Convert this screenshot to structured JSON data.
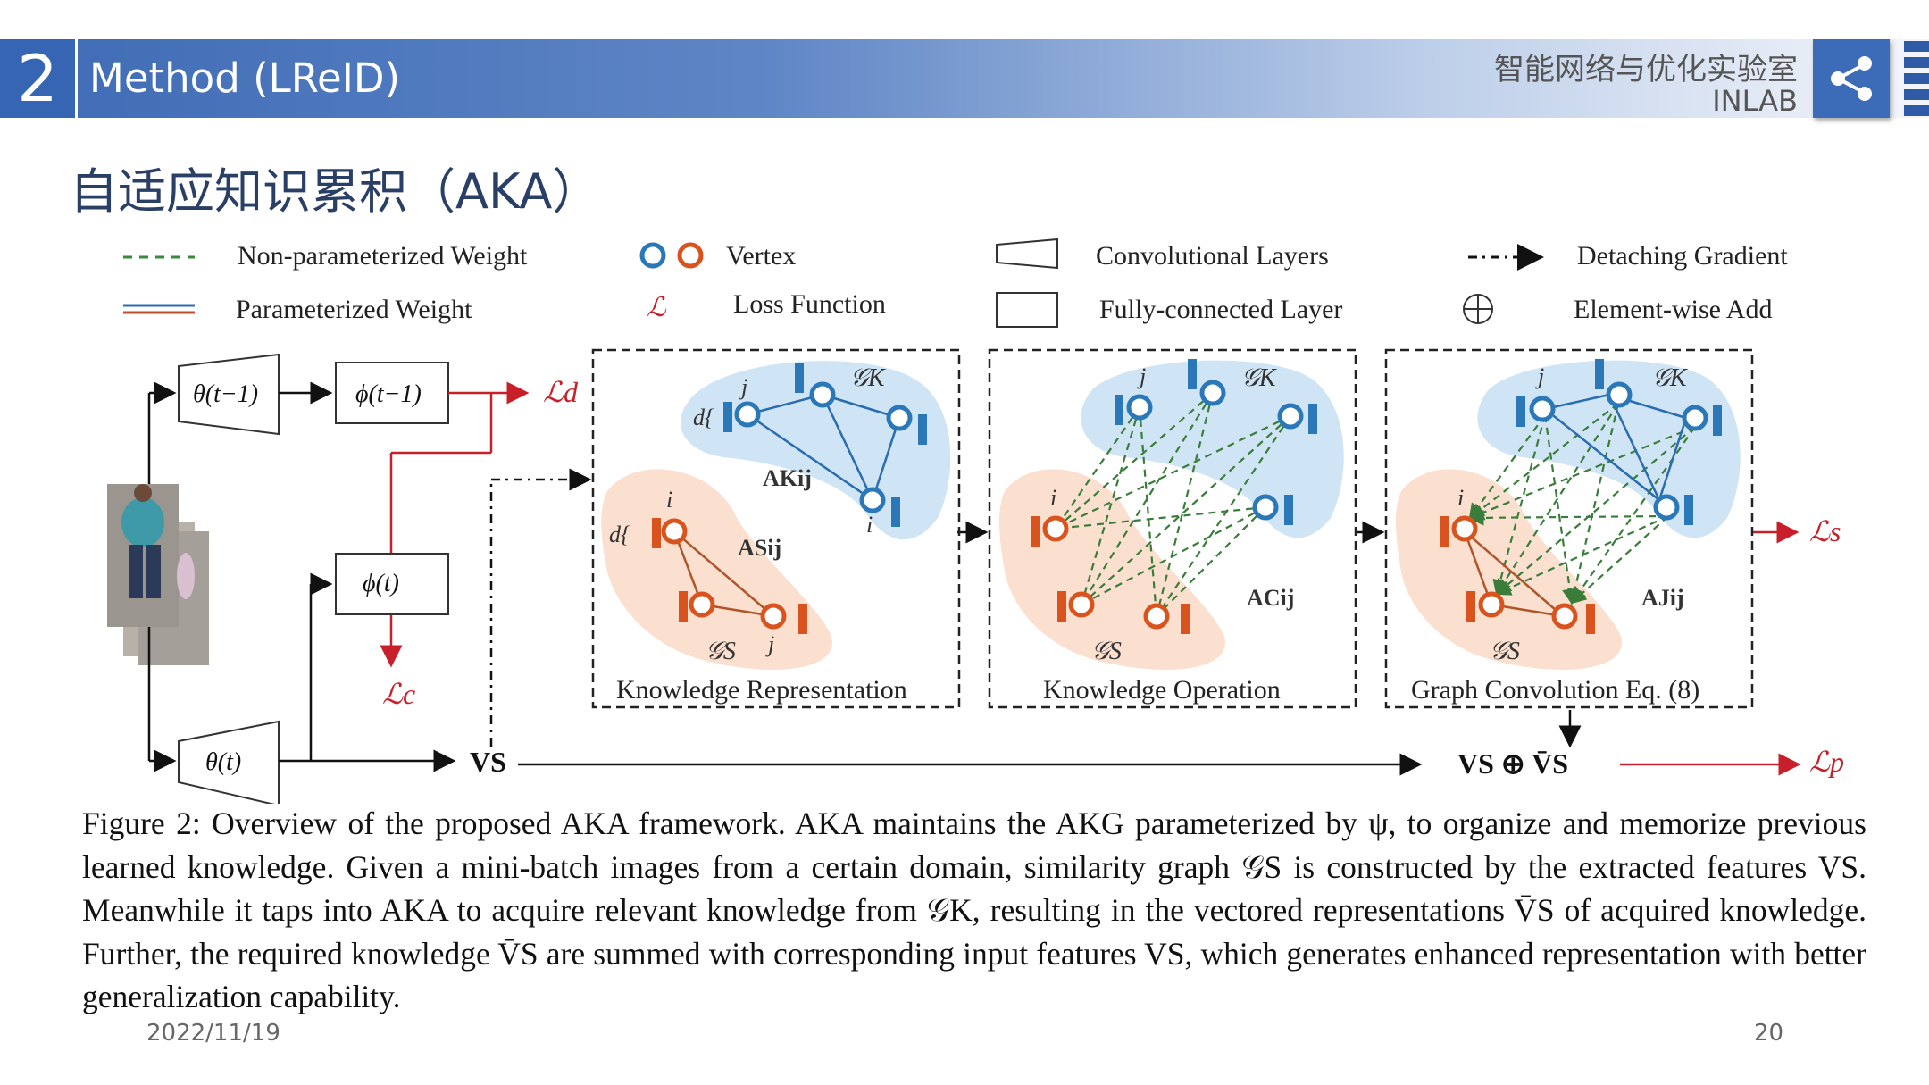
{
  "header": {
    "section_number": "2",
    "section_title": "Method (LReID)",
    "lab_name_cn": "智能网络与优化实验室",
    "lab_name_en": "INLAB"
  },
  "slide": {
    "subtitle": "自适应知识累积（AKA）"
  },
  "legend": {
    "non_param_weight": "Non-parameterized Weight",
    "param_weight": "Parameterized Weight",
    "vertex": "Vertex",
    "loss_symbol": "ℒ",
    "loss_function": "Loss Function",
    "conv_layers": "Convolutional Layers",
    "fc_layer": "Fully-connected Layer",
    "detach_gradient": "Detaching Gradient",
    "element_add": "Element-wise Add"
  },
  "figure": {
    "theta_prev": "θ(t−1)",
    "phi_prev": "ϕ(t−1)",
    "phi_cur": "ϕ(t)",
    "theta_cur": "θ(t)",
    "loss_d": "ℒd",
    "loss_c": "ℒc",
    "loss_s": "ℒs",
    "loss_p": "ℒp",
    "vs": "VS",
    "vs_plus_vbar": "VS ⊕ V̄S",
    "panel1_title": "Knowledge Representation",
    "panel2_title": "Knowledge Operation",
    "panel3_title": "Graph Convolution Eq. (8)",
    "gk": "𝒢K",
    "gs": "𝒢S",
    "a_k": "AKij",
    "a_s": "ASij",
    "a_c": "ACij",
    "a_j": "AJij",
    "node_i": "i",
    "node_j": "j",
    "dim_d": "d{"
  },
  "caption": {
    "text": "Figure 2: Overview of the proposed AKA framework. AKA maintains the AKG parameterized by ψ, to organize and memorize previous learned knowledge. Given a mini-batch images from a certain domain, similarity graph 𝒢S is constructed by the extracted features VS. Meanwhile it taps into AKA to acquire relevant knowledge from 𝒢K, resulting in the vectored representations V̄S of acquired knowledge. Further, the required knowledge V̄S are summed with corresponding input features VS, which generates enhanced representation with better generalization capability."
  },
  "footer": {
    "date": "2022/11/19",
    "page": "20"
  },
  "colors": {
    "blue_node": "#2b78b8",
    "orange_node": "#d9531e",
    "green_edge": "#3a7d3a",
    "loss_red": "#c8202a",
    "header_blue": "#3666b3"
  }
}
